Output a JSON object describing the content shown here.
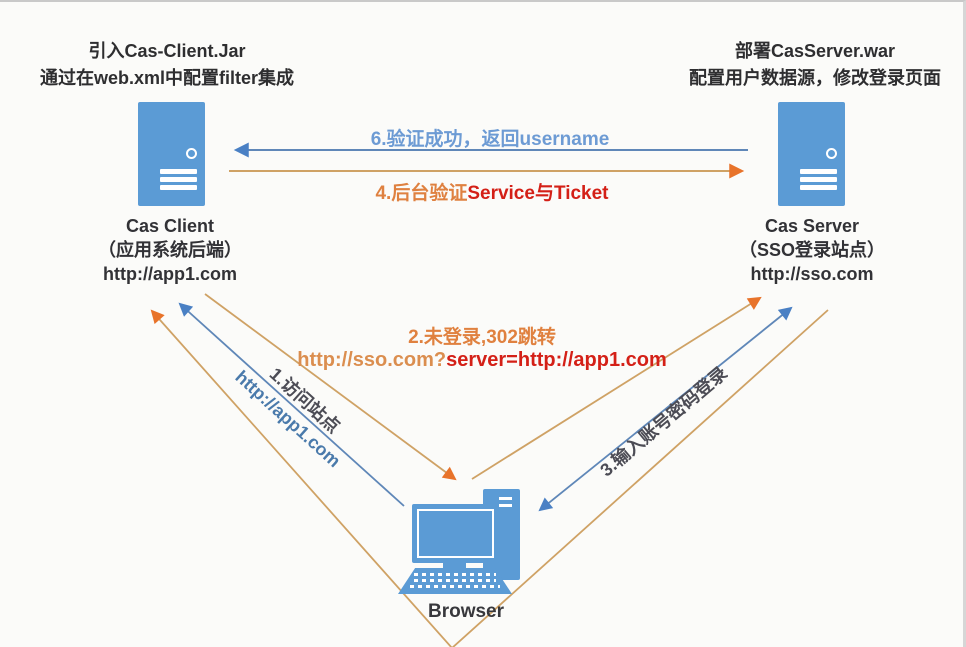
{
  "diagram": {
    "client_note": {
      "line1": "引入Cas-Client.Jar",
      "line2": "通过在web.xml中配置filter集成"
    },
    "server_note": {
      "line1": "部署CasServer.war",
      "line2": "配置用户数据源，修改登录页面"
    },
    "client": {
      "name": "Cas Client",
      "role": "（应用系统后端）",
      "url": "http://app1.com"
    },
    "server": {
      "name": "Cas Server",
      "role": "（SSO登录站点）",
      "url": "http://sso.com"
    },
    "browser": {
      "label": "Browser"
    },
    "steps": {
      "step1": {
        "line1": "1.访问站点",
        "line2": "http://app1.com"
      },
      "step2": {
        "line1": "2.未登录,302跳转",
        "line2_plain": "http://sso.com?",
        "line2_highlight": "server=http://app1.com"
      },
      "step3": {
        "label": "3.输入账号密码登录"
      },
      "step4": {
        "plain": "4.后台验证",
        "highlight": "Service与Ticket"
      },
      "step6": {
        "label": "6.验证成功，返回username"
      }
    },
    "icons": {
      "client": "server-tower-icon",
      "server": "server-tower-icon",
      "browser": "desktop-computer-icon"
    },
    "colors": {
      "node_fill": "#5b9bd5",
      "line_blue": "#5f87b8",
      "arrowhead_blue": "#4a80c4",
      "line_tan": "#cfa265",
      "arrowhead_orange": "#e8732a",
      "text_blue": "#6d9bd4",
      "text_orange": "#df8140",
      "text_red": "#d42017",
      "text_dark": "#323236",
      "text_url_blue": "#4a7aab"
    }
  }
}
